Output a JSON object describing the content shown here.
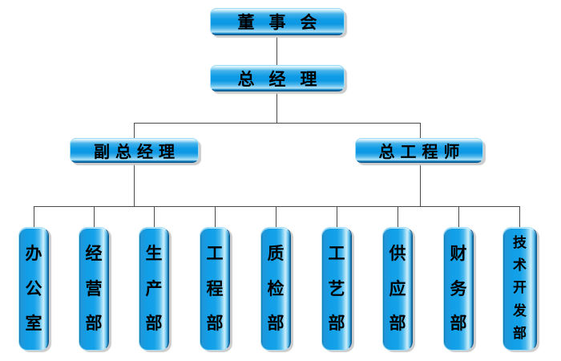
{
  "diagram": {
    "type": "organization-chart",
    "background": "#ffffff",
    "nodes": {
      "board": {
        "label": "董事会"
      },
      "general_manager": {
        "label": "总经理"
      },
      "deputy_general_manager": {
        "label": "副总经理"
      },
      "chief_engineer": {
        "label": "总工程师"
      },
      "departments": [
        {
          "label": "办公室"
        },
        {
          "label": "经营部"
        },
        {
          "label": "生产部"
        },
        {
          "label": "工程部"
        },
        {
          "label": "质检部"
        },
        {
          "label": "工艺部"
        },
        {
          "label": "供应部"
        },
        {
          "label": "财务部"
        },
        {
          "label": "技术开发部"
        }
      ]
    },
    "hierarchy": {
      "董事会": [
        "总经理"
      ],
      "总经理": [
        "副总经理",
        "总工程师"
      ],
      "副总经理_and_总工程师_shared_children": [
        "办公室",
        "经营部",
        "生产部",
        "工程部",
        "质检部",
        "工艺部",
        "供应部",
        "财务部",
        "技术开发部"
      ]
    },
    "colors": {
      "node_fill": "#0f9ce6",
      "node_highlight": "#cdeefb",
      "node_edge_dark": "#0a68a2",
      "connector": "#4a4a4a",
      "text": "#000000",
      "shadow": "#cccccc"
    }
  }
}
